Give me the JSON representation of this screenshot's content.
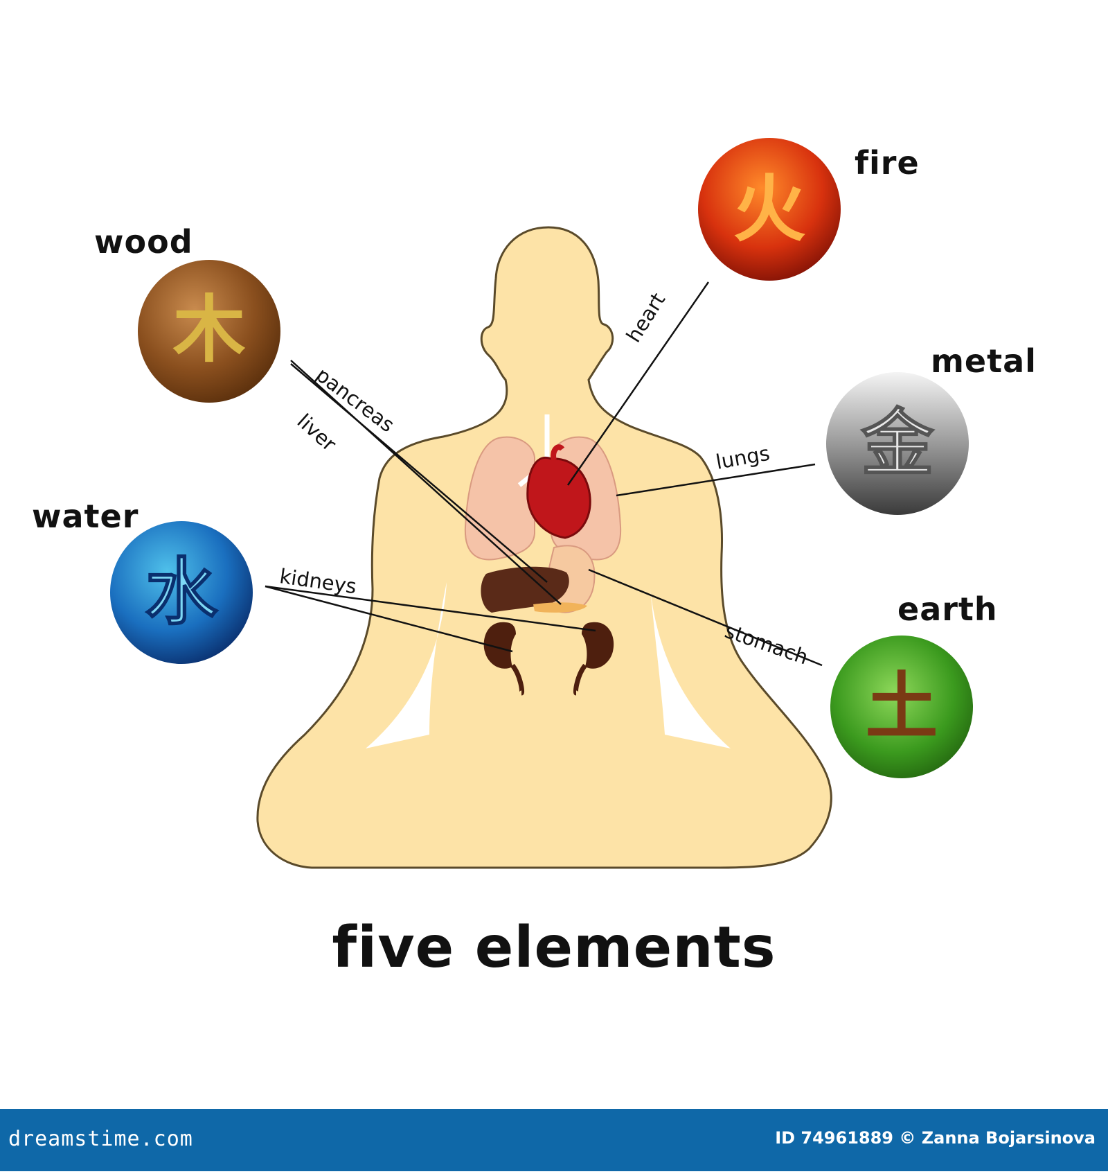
{
  "title": "five elements",
  "elements": [
    {
      "label": "wood",
      "glyph": "木",
      "colors": [
        "#c98b4e",
        "#8a4f1e",
        "#5a2f0c"
      ],
      "glyph_color": "#d9b545"
    },
    {
      "label": "fire",
      "glyph": "火",
      "colors": [
        "#ff8a2a",
        "#d8320e",
        "#7c1005"
      ],
      "glyph_color": "#ffb347"
    },
    {
      "label": "metal",
      "glyph": "金",
      "colors": [
        "#f4f4f4",
        "#9a9a9a",
        "#3a3a3a"
      ],
      "glyph_color": "#e8e8e8"
    },
    {
      "label": "water",
      "glyph": "水",
      "colors": [
        "#4fc0ea",
        "#1a6fbf",
        "#0a2f6e"
      ],
      "glyph_color": "#7ed8f5"
    },
    {
      "label": "earth",
      "glyph": "土",
      "colors": [
        "#8ed85a",
        "#3b9a1e",
        "#1e5a0c"
      ],
      "glyph_color": "#7a3a14"
    }
  ],
  "organs": {
    "heart": "heart",
    "pancreas": "pancreas",
    "liver": "liver",
    "lungs": "lungs",
    "kidneys": "kidneys",
    "stomach": "stomach"
  },
  "footer": {
    "brand": "dreamstime.com",
    "id_text": "ID 74961889 © Zanna Bojarsinova"
  },
  "colors": {
    "body": "#fde3a7",
    "outline": "#5a4a2a",
    "lung": "#f5c3a8",
    "heart": "#c0161b",
    "liver": "#5a2a18",
    "footer": "#0f68a8"
  }
}
